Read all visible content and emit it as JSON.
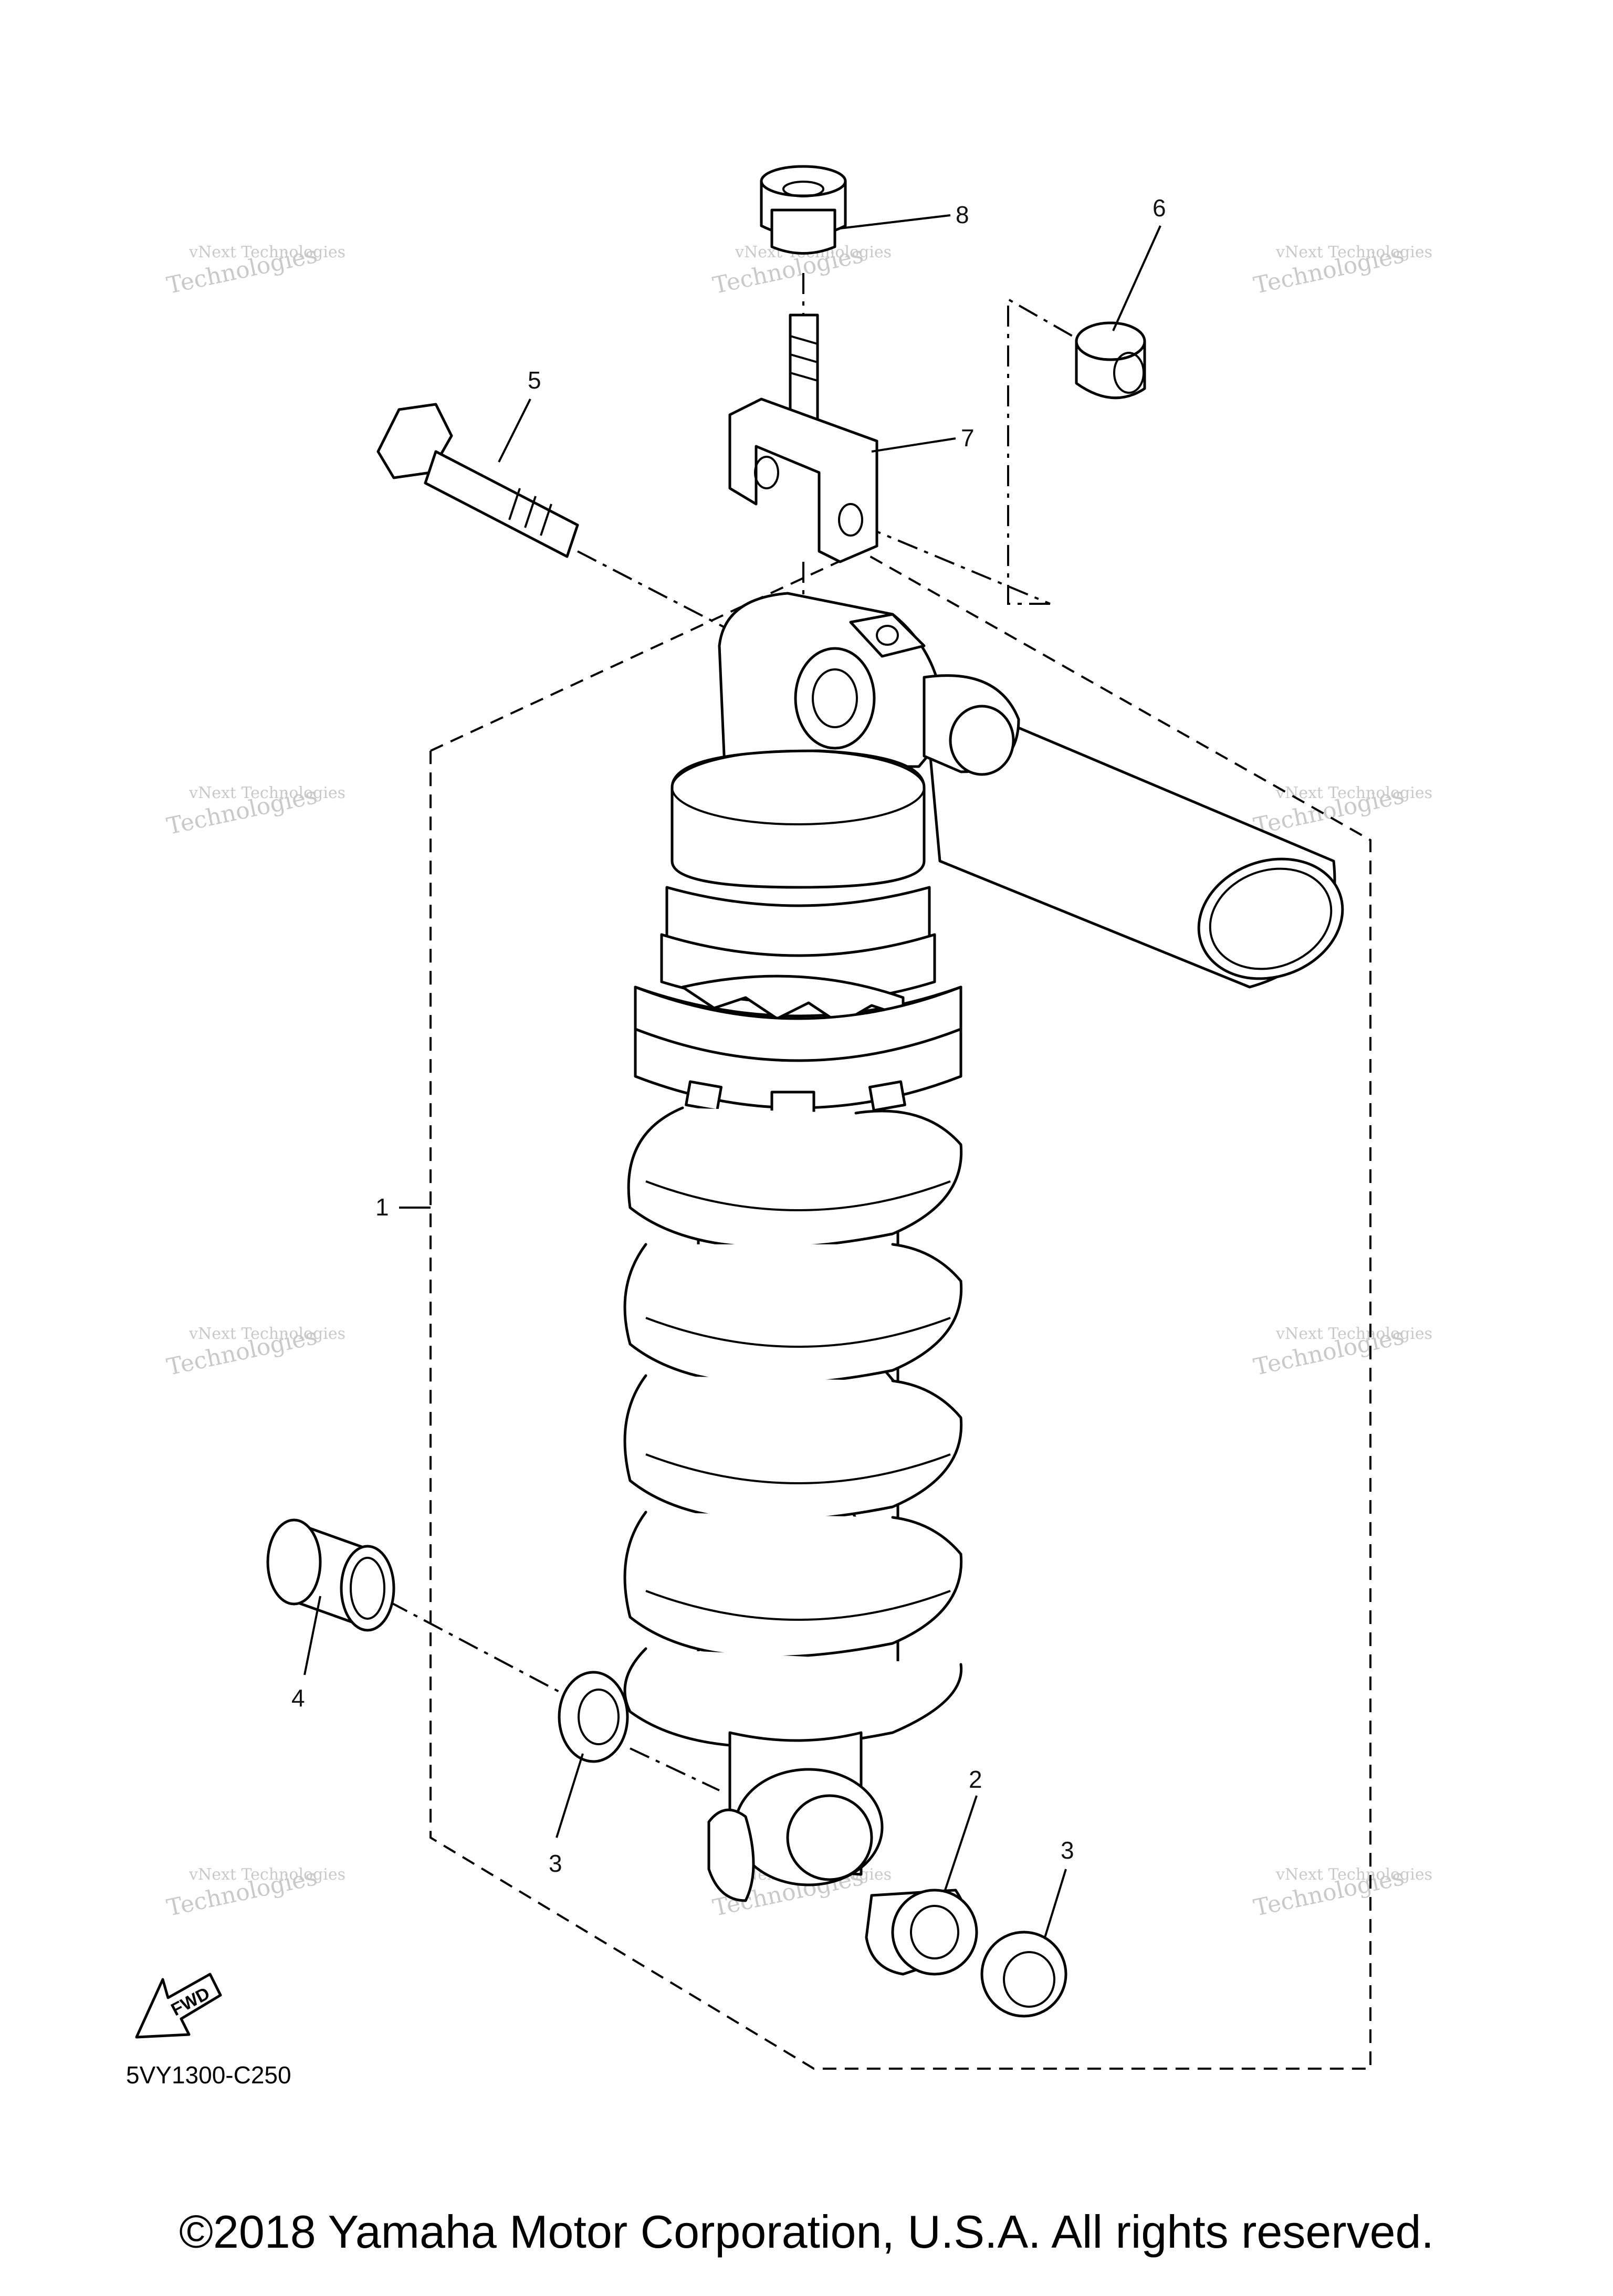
{
  "diagram": {
    "parts": [
      {
        "ref": "1"
      },
      {
        "ref": "2"
      },
      {
        "ref": "3"
      },
      {
        "ref": "3"
      },
      {
        "ref": "4"
      },
      {
        "ref": "5"
      },
      {
        "ref": "6"
      },
      {
        "ref": "7"
      },
      {
        "ref": "8"
      }
    ],
    "fwd_label": "FWD",
    "diagram_code": "5VY1300-C250",
    "watermark": [
      "vNext Technologies",
      "vNext",
      "Technologies"
    ]
  },
  "footer": {
    "copyright": "©2018 Yamaha Motor Corporation, U.S.A. All rights reserved."
  }
}
